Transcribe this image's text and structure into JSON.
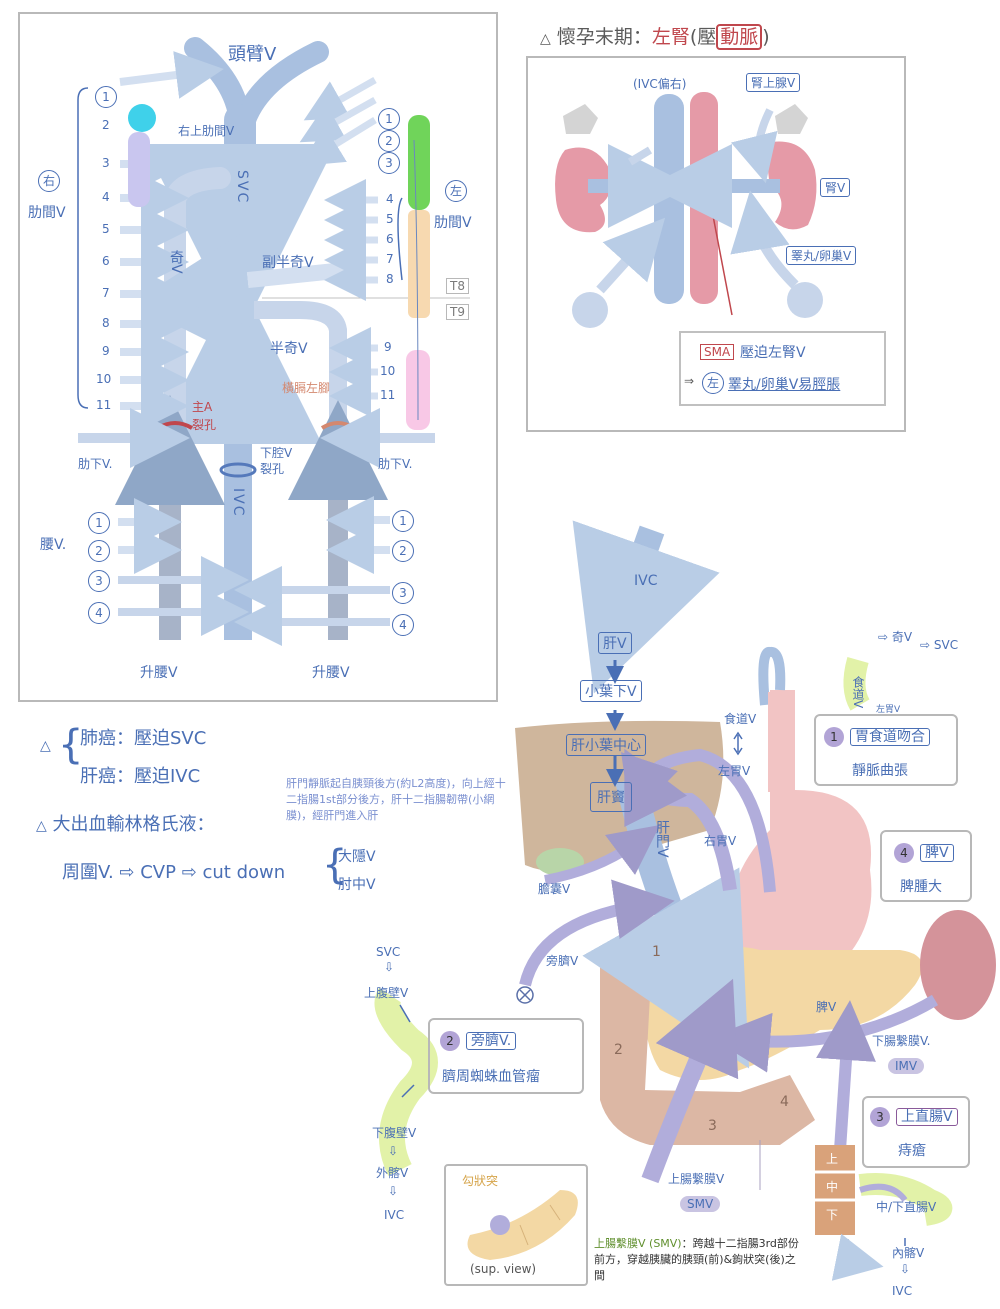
{
  "left_panel": {
    "head_v": "頭臂V",
    "svc": "SVC",
    "right_sup_ic": "右上肋間V",
    "right_ic": {
      "circle": "右",
      "label": "肋間V"
    },
    "left_ic": {
      "circle": "左",
      "label": "肋間V"
    },
    "azygos": "奇V",
    "accessory_hemiazygos": "副半奇V",
    "hemiazygos": "半奇V",
    "t8": "T8",
    "t9": "T9",
    "aortic_hiatus": "主A裂孔",
    "ivc_hiatus": "下腔V裂孔",
    "crus": "橫膈左腳",
    "subcostal_left": "肋下V.",
    "subcostal_right": "肋下V.",
    "ivc": "IVC",
    "lumbar": "腰V.",
    "ascending_lumbar_left": "升腰V",
    "ascending_lumbar_right": "升腰V",
    "right_numbers": [
      "1",
      "2",
      "3",
      "4",
      "5",
      "6",
      "7",
      "8",
      "9",
      "10",
      "11"
    ],
    "left_top_numbers": [
      "1",
      "2",
      "3"
    ],
    "left_mid_numbers": [
      "4",
      "5",
      "6",
      "7",
      "8"
    ],
    "left_low_numbers": [
      "9",
      "10",
      "11"
    ],
    "lumbar_numbers": [
      "1",
      "2",
      "3",
      "4"
    ]
  },
  "pregnancy": {
    "title_prefix": "懷孕末期：",
    "title_red": "左腎",
    "title_mid": "(壓",
    "title_boxed": "動脈",
    "title_end": ")",
    "ivc_right": "(IVC偏右)",
    "adrenal_v": "腎上腺V",
    "renal_v": "腎V",
    "gonadal_v": "睪丸/卵巢V",
    "sma": "SMA",
    "sma_note": "壓迫左腎V",
    "arrow_circle": "左",
    "arrow_note": "睪丸/卵巢V易脛脹"
  },
  "notes": {
    "lung": "肺癌：壓迫SVC",
    "liver": "肝癌：壓迫IVC",
    "hemorrhage": "大出血輸林格氏液：",
    "route": "周圍V. ⇨ CVP ⇨ cut down",
    "gsv": "大隱V",
    "median_cubital": "肘中V",
    "portal_origin": "肝門靜脈起自胰頸後方(約L2高度)，向上經十二指腸1st部分後方，肝十二指腸韌帶(小網膜)，經肝門進入肝"
  },
  "portal": {
    "ivc": "IVC",
    "hepatic_v": "肝V",
    "sublobular_v": "小葉下V",
    "central_v": "肝小葉中心",
    "sinusoid": "肝竇",
    "portal_v": "肝門V",
    "esophageal_v": "食道V",
    "left_gastric_v": "左胃V",
    "right_gastric_v": "右胃V",
    "cystic_v": "膽囊V",
    "paraumbilical_v": "旁臍V",
    "splenic_v": "脾V",
    "imv_label": "下腸繫膜V.",
    "imv": "IMV",
    "smv_label": "上腸繫膜V",
    "smv": "SMV",
    "duod": [
      "1",
      "2",
      "3",
      "4"
    ],
    "svc_top": "SVC",
    "azygos_top": "奇V",
    "esoph_top": "食道V",
    "left_gastric_small": "左胃V",
    "box1_num": "1",
    "box1_title": "胃食道吻合",
    "box1_text": "靜脈曲張",
    "box4_num": "4",
    "box4_title": "脾V",
    "box4_text": "脾腫大",
    "svc_chain": [
      "SVC",
      "上腹壁V"
    ],
    "box2_num": "2",
    "box2_title": "旁臍V.",
    "box2_text": "臍周蜘蛛血管瘤",
    "ivc_chain": [
      "下腹壁V",
      "外髂V",
      "IVC"
    ],
    "box3_num": "3",
    "box3_title": "上直腸V",
    "box3_text": "痔瘡",
    "rectum": [
      "上",
      "中",
      "下"
    ],
    "mid_lower_rectal": "中/下直腸V",
    "internal_iliac": "內髂V",
    "ivc_bottom": "IVC",
    "uncinate": "勾狀突",
    "sup_view": "(sup. view)",
    "smv_note_green": "上腸繫膜V (SMV)",
    "smv_note_rest": "：跨越十二指腸3rd部份前方，穿越胰臟的胰頸(前)&鉤狀突(後)之間"
  }
}
